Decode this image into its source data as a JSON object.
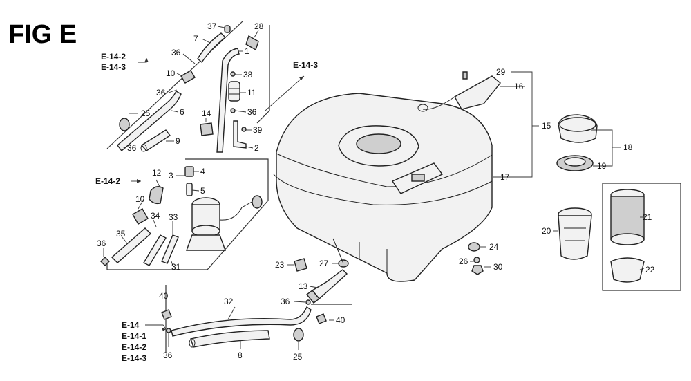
{
  "figure": {
    "title": "FIG E"
  },
  "refs": {
    "r142a": "E-14-2",
    "r143a": "E-14-3",
    "r143b": "E-14-3",
    "r142b": "E-14-2",
    "r14": "E-14",
    "r141": "E-14-1",
    "r142c": "E-14-2",
    "r143c": "E-14-3"
  },
  "labels": {
    "p37": "37",
    "p28": "28",
    "p7": "7",
    "p1": "1",
    "p36a": "36",
    "p10a": "10",
    "p38": "38",
    "p11": "11",
    "p36b": "36",
    "p36c": "36",
    "p25a": "25",
    "p6": "6",
    "p14": "14",
    "p39": "39",
    "p36d": "36",
    "p9": "9",
    "p2": "2",
    "p12": "12",
    "p4": "4",
    "p3": "3",
    "p5": "5",
    "p10b": "10",
    "p34": "34",
    "p33": "33",
    "p35": "35",
    "p36e": "36",
    "p31": "31",
    "p29": "29",
    "p16": "16",
    "p15": "15",
    "p18": "18",
    "p19": "19",
    "p17": "17",
    "p21": "21",
    "p20": "20",
    "p22": "22",
    "p24": "24",
    "p26": "26",
    "p30": "30",
    "p23": "23",
    "p27": "27",
    "p13": "13",
    "p36f": "36",
    "p32": "32",
    "p40a": "40",
    "p40b": "40",
    "p36g": "36",
    "p8": "8",
    "p25b": "25"
  }
}
